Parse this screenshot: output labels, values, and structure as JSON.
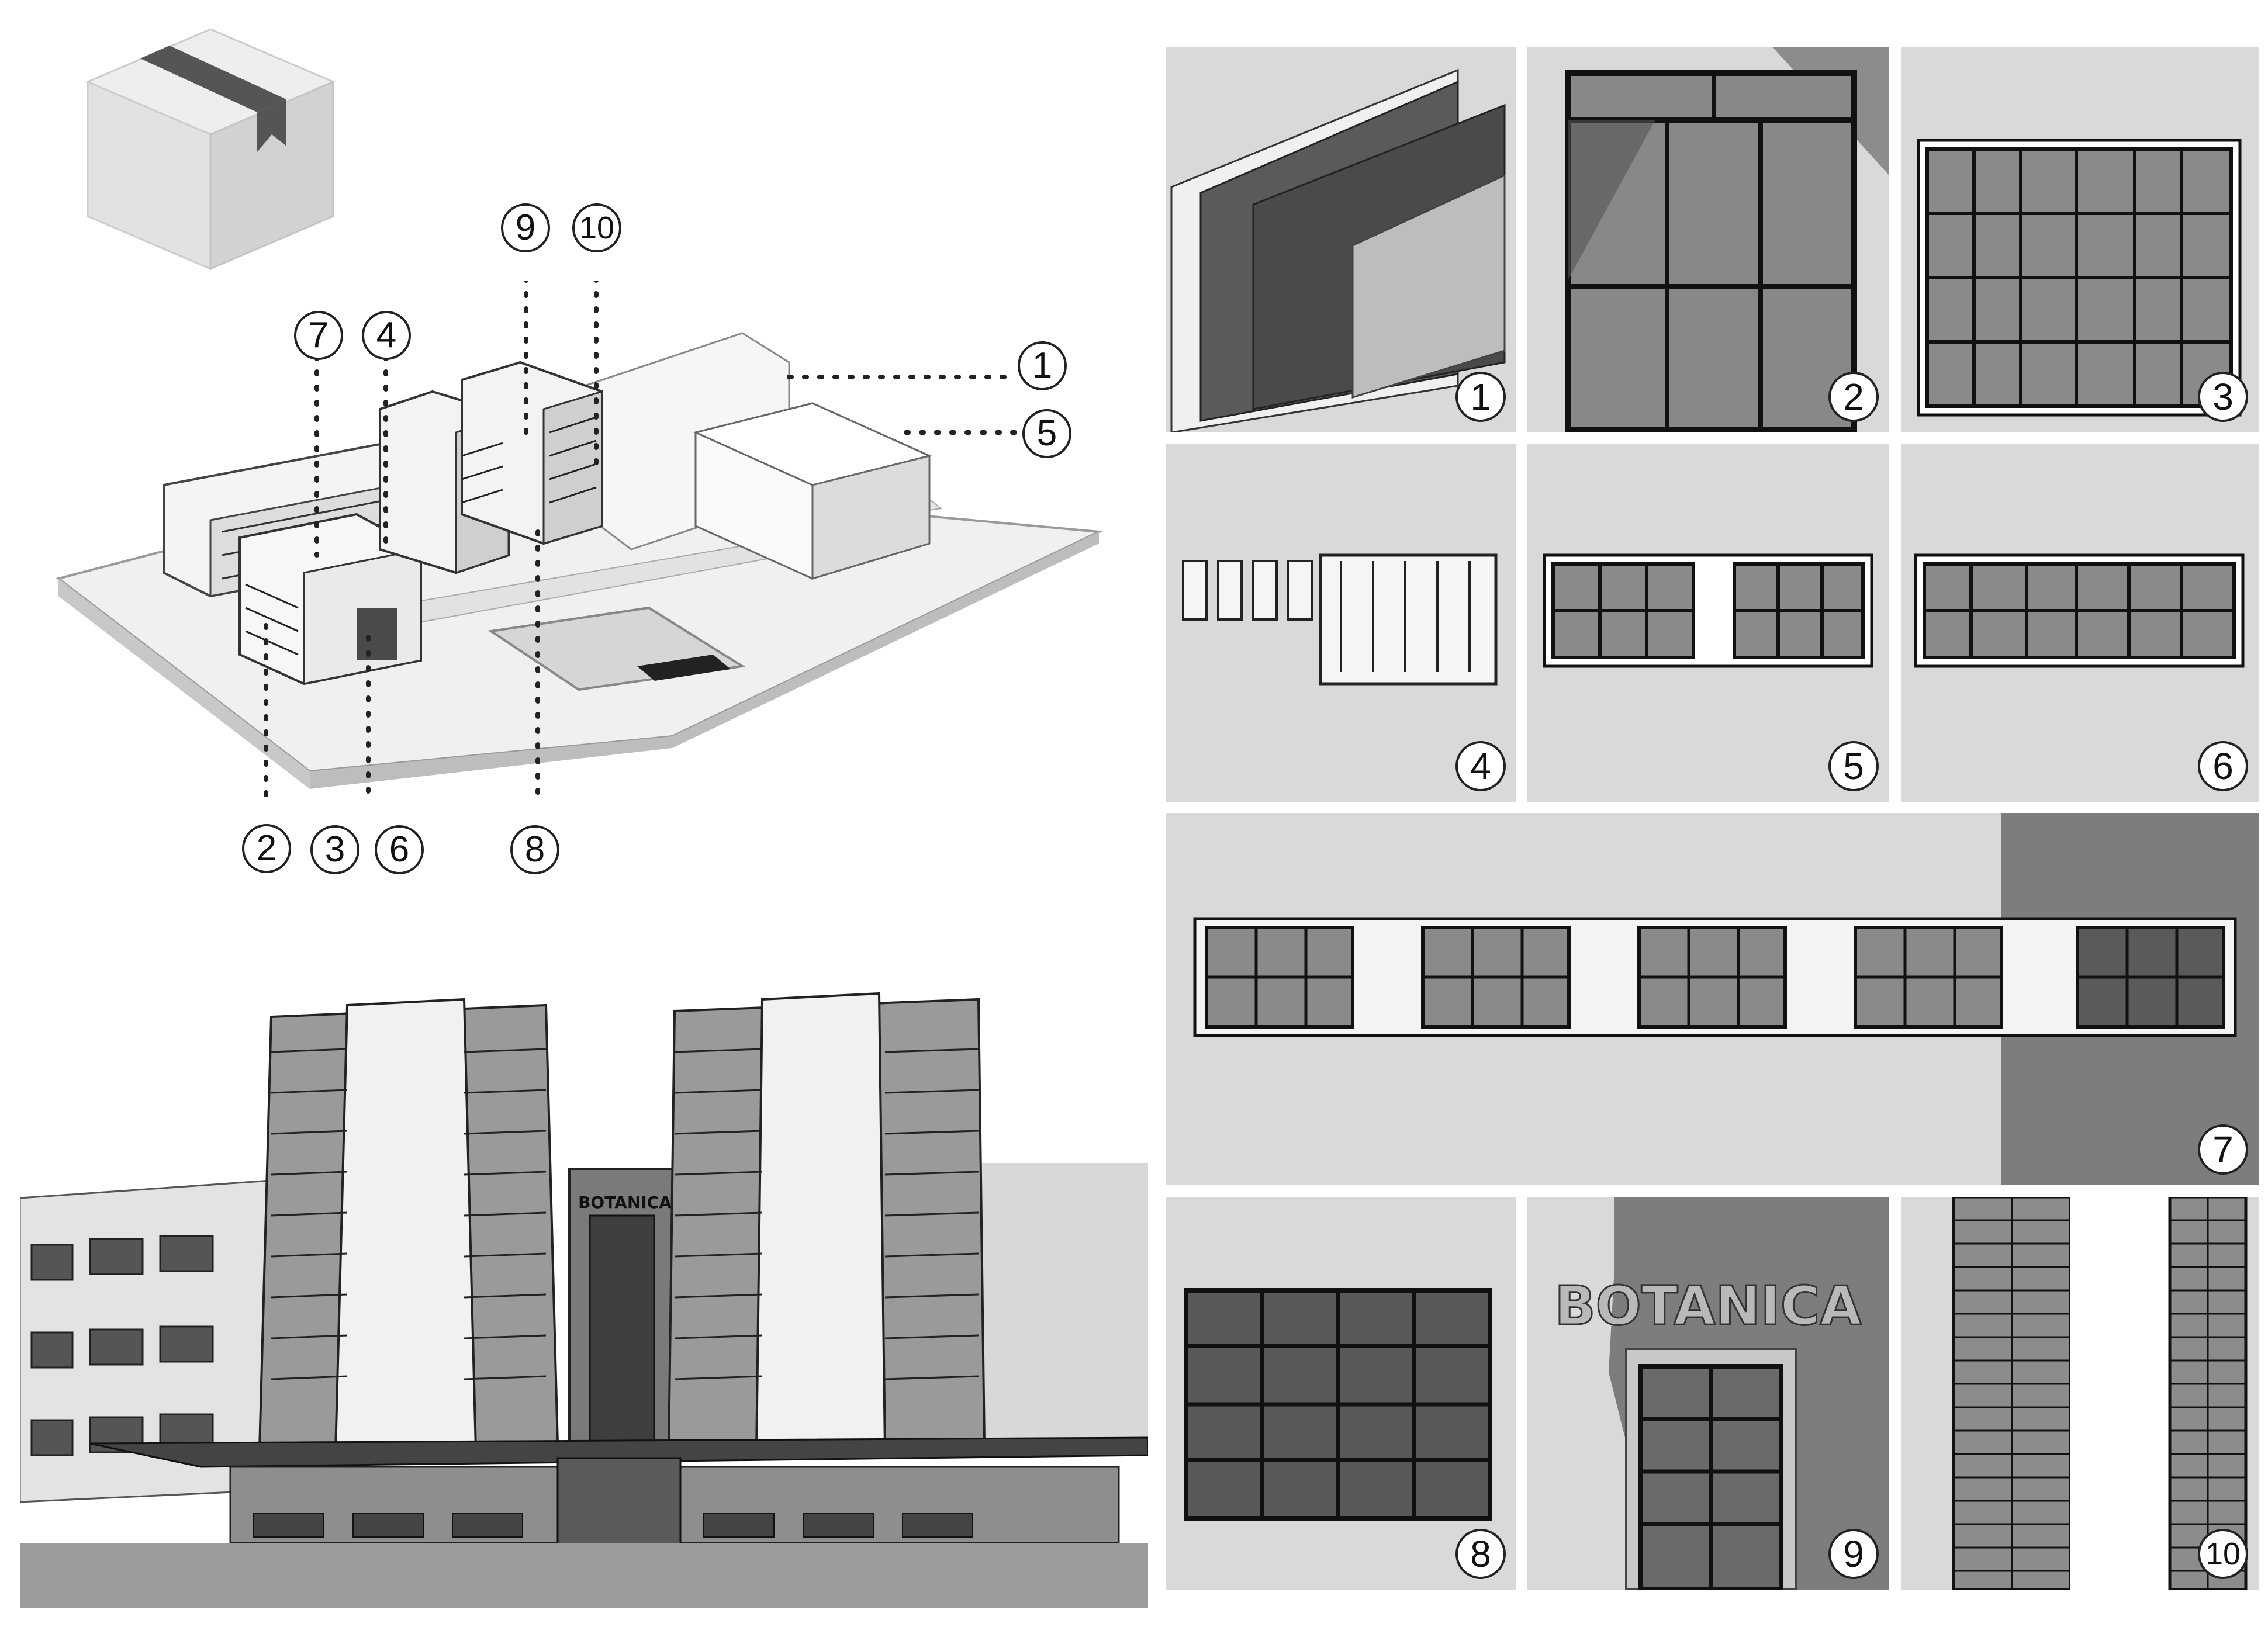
{
  "diagram": {
    "callouts": [
      "1",
      "2",
      "3",
      "4",
      "5",
      "6",
      "7",
      "8",
      "9",
      "10"
    ],
    "panels": [
      {
        "id": "1",
        "label": "1"
      },
      {
        "id": "2",
        "label": "2"
      },
      {
        "id": "3",
        "label": "3"
      },
      {
        "id": "4",
        "label": "4"
      },
      {
        "id": "5",
        "label": "5"
      },
      {
        "id": "6",
        "label": "6"
      },
      {
        "id": "7",
        "label": "7"
      },
      {
        "id": "8",
        "label": "8"
      },
      {
        "id": "9",
        "label": "9"
      },
      {
        "id": "10",
        "label": "10"
      }
    ],
    "signage": {
      "render_text": "BOTANICA",
      "detail_text": "BOTANICA"
    }
  },
  "colors": {
    "panel_bg": "#d9d9d9",
    "glass": "#8a8a8a",
    "dark_glass": "#5a5a5a",
    "frame": "#1a1a1a",
    "shadow": "#7d7d7d"
  }
}
